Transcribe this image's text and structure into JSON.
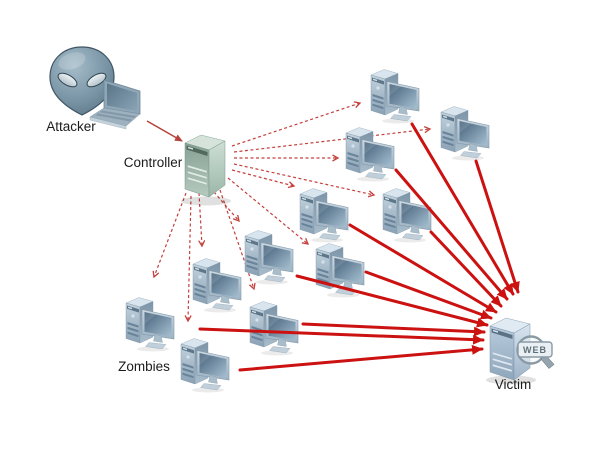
{
  "diagram": {
    "type": "ddos-botnet-attack",
    "background": "#ffffff",
    "labels": {
      "attacker": "Attacker",
      "controller": "Controller",
      "zombies": "Zombies",
      "victim": "Victim",
      "web_badge": "WEB"
    },
    "nodes": {
      "attacker": {
        "label": "Attacker",
        "icon": "alien-with-laptop-icon"
      },
      "controller": {
        "label": "Controller",
        "icon": "server-tower-icon",
        "accent_color": "#a9c3b6"
      },
      "zombies": {
        "label": "Zombies",
        "icon": "desktop-computer-icon",
        "count": 11
      },
      "victim": {
        "label": "Victim",
        "icon": "web-server-icon",
        "badge": "WEB",
        "accent_color": "#9fb6c9"
      }
    },
    "edges": {
      "attacker_to_controller": {
        "style": "solid-thin",
        "color": "#b5443c",
        "count": 1
      },
      "controller_to_zombies": {
        "style": "dashed",
        "color": "#c4403c",
        "count": 11
      },
      "zombies_to_victim": {
        "style": "solid-thick",
        "color": "#cc1111",
        "count": 10
      }
    }
  }
}
